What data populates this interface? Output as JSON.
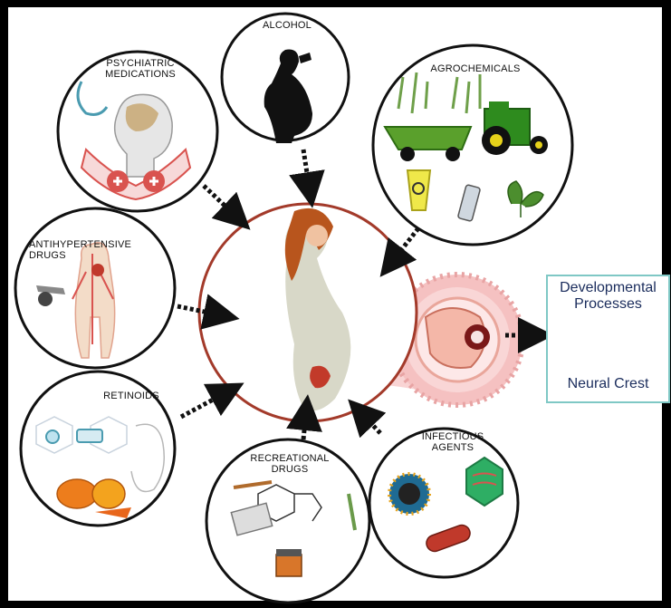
{
  "labels": {
    "alcohol": "ALCOHOL",
    "agrochemicals": "AGROCHEMICALS",
    "psychiatric": [
      "PSYCHIATRIC",
      "MEDICATIONS"
    ],
    "antihypertensive": [
      "ANTIHYPERTENSIVE",
      "DRUGS"
    ],
    "retinoids": "RETINOIDS",
    "recreational": [
      "RECREATIONAL",
      "DRUGS"
    ],
    "infectious": [
      "INFECTIOUS",
      "AGENTS"
    ]
  },
  "outcome": {
    "line1": "Developmental",
    "line2": "Processes",
    "bottom": "Neural Crest"
  },
  "colors": {
    "background": "#000000",
    "circle_border": "#111111",
    "center_ring": "#a33a2a",
    "arrow": "#111111",
    "outcome_border": "#7fc8c5",
    "outcome_text": "#1a2c5c"
  }
}
